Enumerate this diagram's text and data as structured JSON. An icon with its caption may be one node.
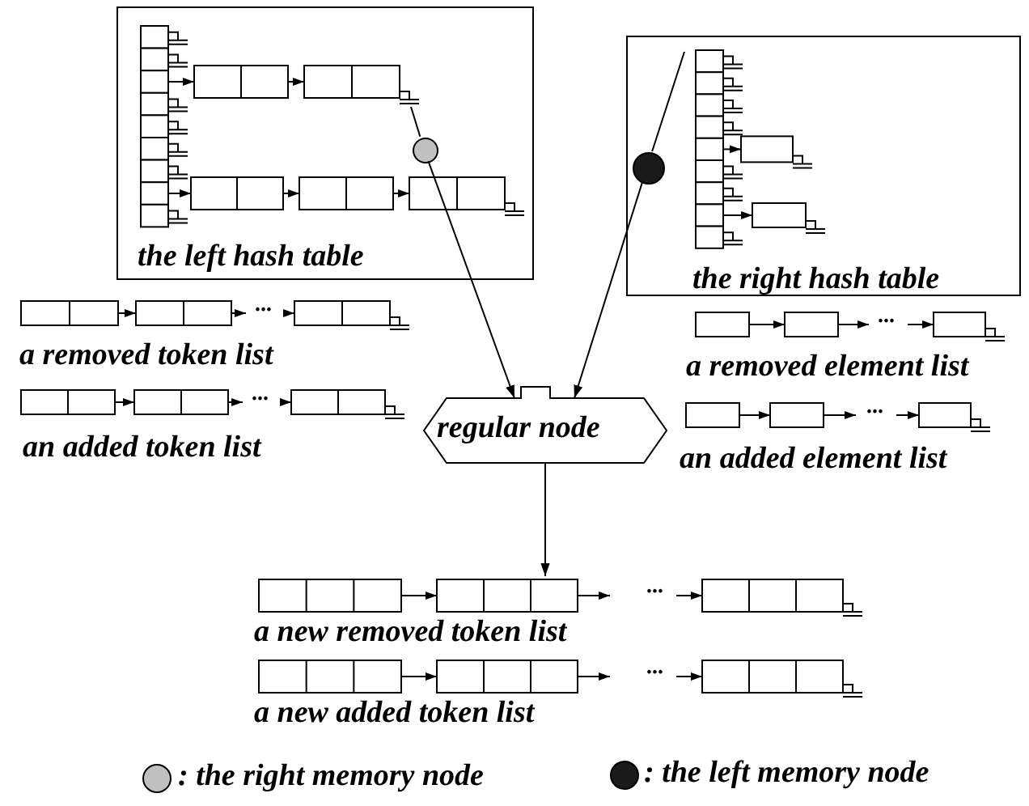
{
  "diagram": {
    "nodes": [
      {
        "text": [
          "the left hash table"
        ]
      },
      {
        "text": [
          "the right hash table"
        ]
      },
      {
        "text": [
          "regular node"
        ]
      },
      {
        "text": [],
        "shape": "circle",
        "in": 0
      },
      {
        "text": [],
        "shape": "circle",
        "in": 1
      }
    ],
    "edges": [
      {
        "from": 3,
        "to": 2,
        "arrow": "to"
      },
      {
        "from": 4,
        "to": 2,
        "arrow": "to"
      },
      {
        "from": 2,
        "to": null,
        "arrow": "to"
      },
      {
        "from": null,
        "to": 3,
        "arrow": "none"
      },
      {
        "from": null,
        "to": 4,
        "arrow": "none"
      }
    ],
    "labels": [
      "...",
      "a removed token list",
      "...",
      "a removed element list",
      "...",
      "an added token list",
      "...",
      "an added element list",
      "...",
      "a new removed token list",
      "...",
      "a new added token list"
    ],
    "legend": [
      {
        "text": ": the right memory node",
        "color": "#c0c0c0"
      },
      {
        "text": ": the left memory node",
        "color": "#1a1a1a"
      }
    ]
  }
}
